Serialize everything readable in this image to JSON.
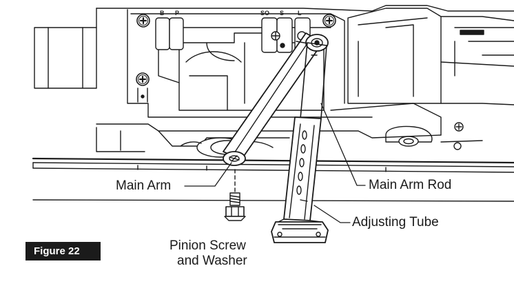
{
  "figure": {
    "label": "Figure 22",
    "badge_color": "#1b1b1b",
    "line_color": "#1a1a1a"
  },
  "scale_letters": [
    "B",
    "P",
    "SO",
    "S",
    "L"
  ],
  "callouts": {
    "main_arm": "Main Arm",
    "main_arm_rod": "Main Arm Rod",
    "adjusting_tube": "Adjusting Tube",
    "pinion_screw_line1": "Pinion Screw",
    "pinion_screw_line2": "and Washer"
  }
}
